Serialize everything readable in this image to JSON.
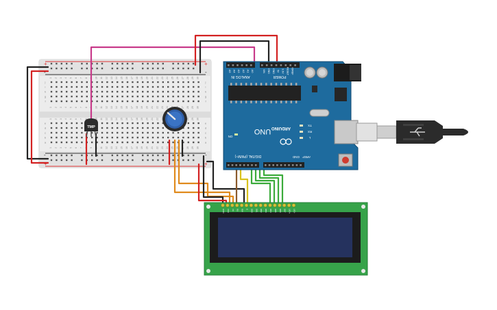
{
  "breadboard": {
    "row_numbers": [
      "1",
      "2",
      "3",
      "4",
      "5",
      "6",
      "7",
      "8",
      "9",
      "10",
      "11",
      "12",
      "13",
      "14",
      "15",
      "16",
      "17",
      "18",
      "19",
      "20",
      "21",
      "22",
      "23",
      "24",
      "25",
      "26",
      "27",
      "28",
      "29",
      "30"
    ],
    "top_letters": [
      "j",
      "i",
      "h",
      "g",
      "f"
    ],
    "bottom_letters": [
      "e",
      "d",
      "c",
      "b",
      "a"
    ],
    "rail_plus": "+",
    "rail_minus": "-"
  },
  "sensor": {
    "label": "TMP"
  },
  "arduino": {
    "brand": "ARDUINO",
    "model": "UNO",
    "analog_header": "ANALOG IN",
    "power_header": "POWER",
    "digital_header": "DIGITAL (PWM~)",
    "analog_pins": [
      "A5",
      "A4",
      "A3",
      "A2",
      "A1",
      "A0"
    ],
    "power_pins": [
      "VIN",
      "GND",
      "GND",
      "5V",
      "3.3V",
      "RESET",
      "IOREF"
    ],
    "led_labels": [
      "TX",
      "RX",
      "L"
    ],
    "on_label": "ON",
    "aref": "AREF",
    "gnd": "GND"
  },
  "lcd": {
    "pin_labels": [
      "GND",
      "VCC",
      "V0",
      "RS",
      "RW",
      "E",
      "DB0",
      "DB1",
      "DB2",
      "DB3",
      "DB4",
      "DB5",
      "DB6",
      "DB7",
      "LED+",
      "LED-"
    ]
  },
  "colors": {
    "breadboard": "#e9e9e9",
    "arduino_board": "#1e6b9e",
    "lcd_pcb": "#37a34a",
    "lcd_screen": "#25325e",
    "wire_red": "#d32121",
    "wire_black": "#222222",
    "wire_magenta": "#c83a8a",
    "wire_orange": "#e08a1c",
    "wire_green": "#3bab3b",
    "wire_yellow": "#d9c21c",
    "usb_plug": "#2b2b2b"
  }
}
